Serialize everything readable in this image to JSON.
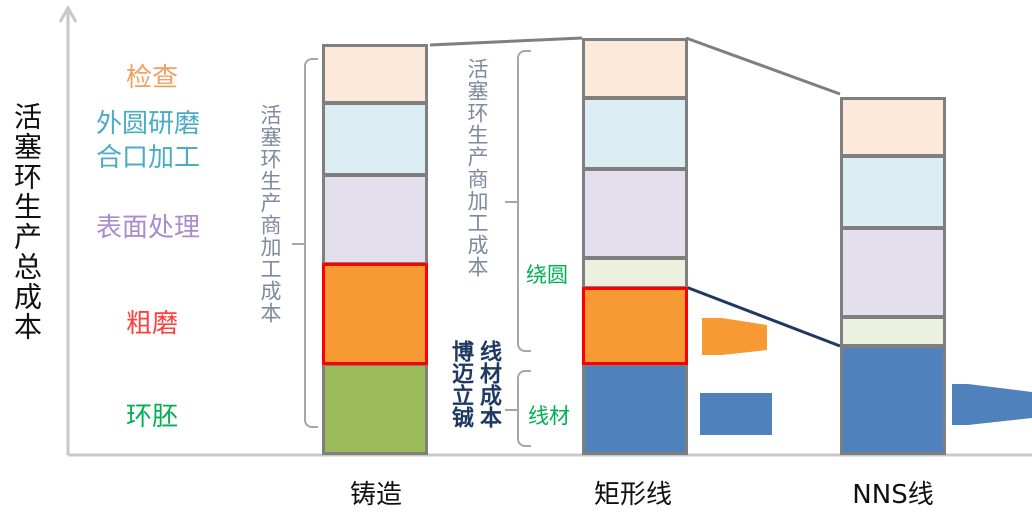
{
  "y_axis_label": "活塞环生产总成本",
  "legend_labels": {
    "inspection": "检查",
    "od_grinding_line1": "外圆研磨",
    "od_grinding_line2": "合口加工",
    "surface_treatment": "表面处理",
    "rough_grinding": "粗磨",
    "blank": "环胚"
  },
  "annotations": {
    "processor_cost_1": "活塞环生产商加工成本",
    "processor_cost_2": "活塞环生产商加工成本",
    "supplier": "博迈立铖",
    "wire_cost": "线材成本",
    "coiling": "绕圆",
    "wire": "线材"
  },
  "colors": {
    "inspection": "#fde9d9",
    "od_grinding": "#dbeef4",
    "surface_treatment": "#e4dfec",
    "coiling": "#ebf1de",
    "rough_grinding": "#f79a34",
    "blank": "#9bbb59",
    "wire": "#4f81bd",
    "label_inspection": "#f0a060",
    "label_od": "#4bacc6",
    "label_surface": "#a98bd0",
    "label_rough": "#ff4040",
    "label_green": "#00b050",
    "navy": "#1f3864"
  },
  "chart_data": {
    "type": "bar",
    "stacked": true,
    "ylabel": "活塞环生产总成本",
    "categories": [
      "铸造",
      "矩形线",
      "NNS线"
    ],
    "series_order_bottom_to_top": true,
    "bars": [
      {
        "category": "铸造",
        "segments": [
          {
            "name": "环胚",
            "key": "blank",
            "value": 9.0,
            "highlight": false
          },
          {
            "name": "粗磨",
            "key": "rough_grinding",
            "value": 10.0,
            "highlight": true
          },
          {
            "name": "表面处理",
            "key": "surface_treatment",
            "value": 8.9
          },
          {
            "name": "外圆研磨 合口加工",
            "key": "od_grinding",
            "value": 7.2
          },
          {
            "name": "检查",
            "key": "inspection",
            "value": 5.8
          }
        ]
      },
      {
        "category": "矩形线",
        "segments": [
          {
            "name": "线材",
            "key": "wire",
            "value": 9.0
          },
          {
            "name": "粗磨",
            "key": "rough_grinding",
            "value": 7.6,
            "highlight": true
          },
          {
            "name": "绕圆",
            "key": "coiling",
            "value": 3.0
          },
          {
            "name": "表面处理",
            "key": "surface_treatment",
            "value": 8.9
          },
          {
            "name": "外圆研磨 合口加工",
            "key": "od_grinding",
            "value": 7.1
          },
          {
            "name": "检查",
            "key": "inspection",
            "value": 5.9
          }
        ]
      },
      {
        "category": "NNS线",
        "segments": [
          {
            "name": "线材",
            "key": "wire",
            "value": 10.8
          },
          {
            "name": "绕圆",
            "key": "coiling",
            "value": 2.9
          },
          {
            "name": "表面处理",
            "key": "surface_treatment",
            "value": 8.9
          },
          {
            "name": "外圆研磨 合口加工",
            "key": "od_grinding",
            "value": 7.2
          },
          {
            "name": "检查",
            "key": "inspection",
            "value": 5.8
          }
        ]
      }
    ]
  }
}
